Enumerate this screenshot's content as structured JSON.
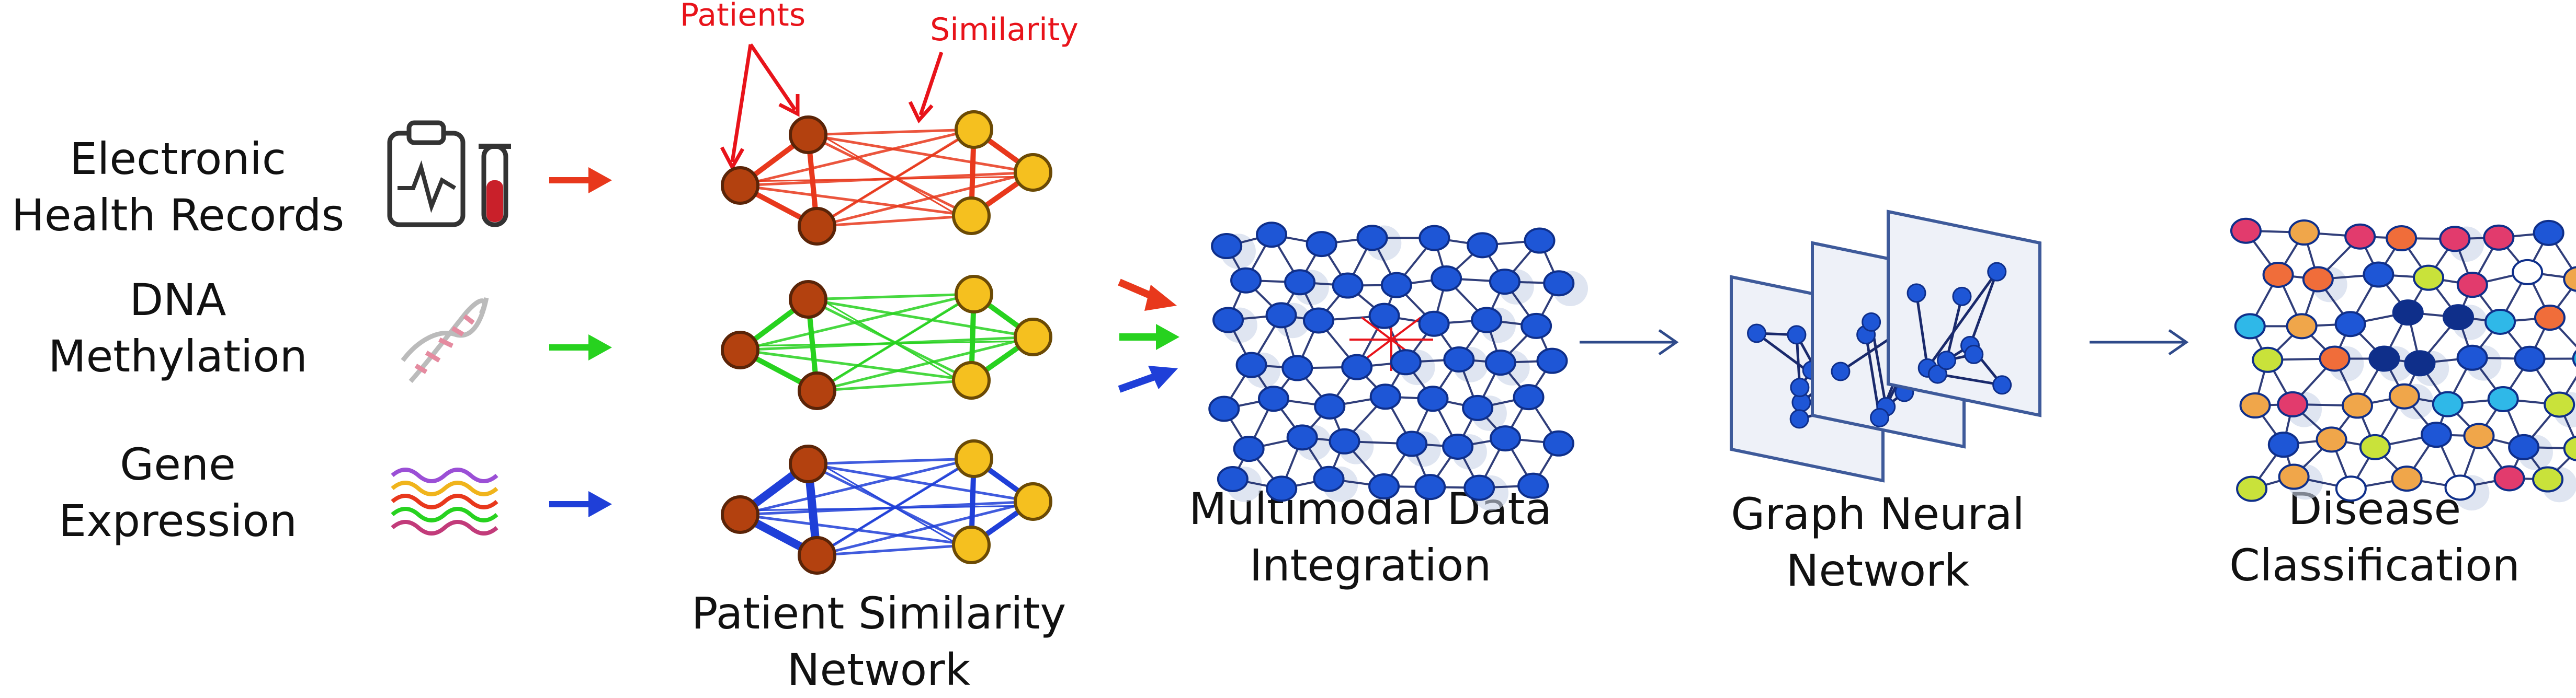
{
  "inputs": [
    {
      "line1": "Electronic",
      "line2": "Health Records",
      "icon": "clipboard-test-tube-icon",
      "color": "#e8381c"
    },
    {
      "line1": "DNA",
      "line2": "Methylation",
      "icon": "dna-helix-icon",
      "color": "#27d21f"
    },
    {
      "line1": "Gene",
      "line2": "Expression",
      "icon": "expression-waves-icon",
      "color": "#1f3fd8"
    }
  ],
  "annotations": {
    "patients": "Patients",
    "similarity": "Similarity"
  },
  "stages": {
    "psn": {
      "line1": "Patient Similarity",
      "line2": "Network"
    },
    "integration": {
      "line1": "Multimodal Data",
      "line2": "Integration"
    },
    "gnn": {
      "line1": "Graph Neural",
      "line2": "Network"
    },
    "classification": {
      "line1": "Disease",
      "line2": "Classification"
    }
  },
  "colors": {
    "patient_node": "#b3410f",
    "similar_node": "#f5c01f",
    "integration_node": "#1e56d6",
    "edge_dark": "#1a2a6c",
    "arrow": "#2f4a8a"
  }
}
